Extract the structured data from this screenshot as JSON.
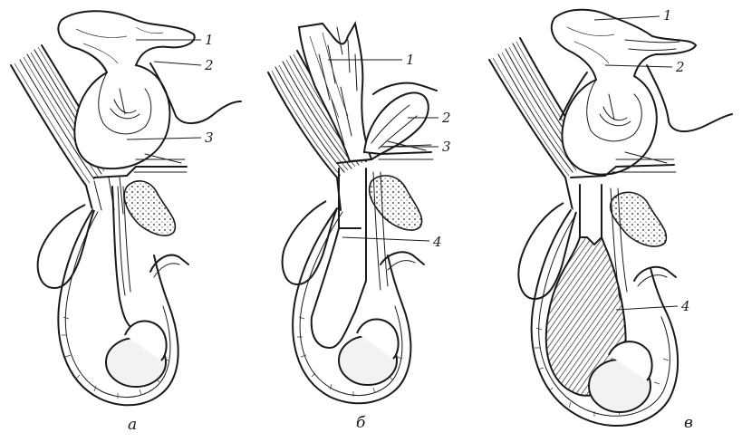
{
  "figure": {
    "panels": [
      {
        "id": "a",
        "label": "а",
        "callouts": [
          "1",
          "2",
          "3"
        ]
      },
      {
        "id": "b",
        "label": "б",
        "callouts": [
          "1",
          "2",
          "3",
          "4"
        ]
      },
      {
        "id": "c",
        "label": "в",
        "callouts": [
          "1",
          "2",
          "4"
        ]
      }
    ]
  }
}
